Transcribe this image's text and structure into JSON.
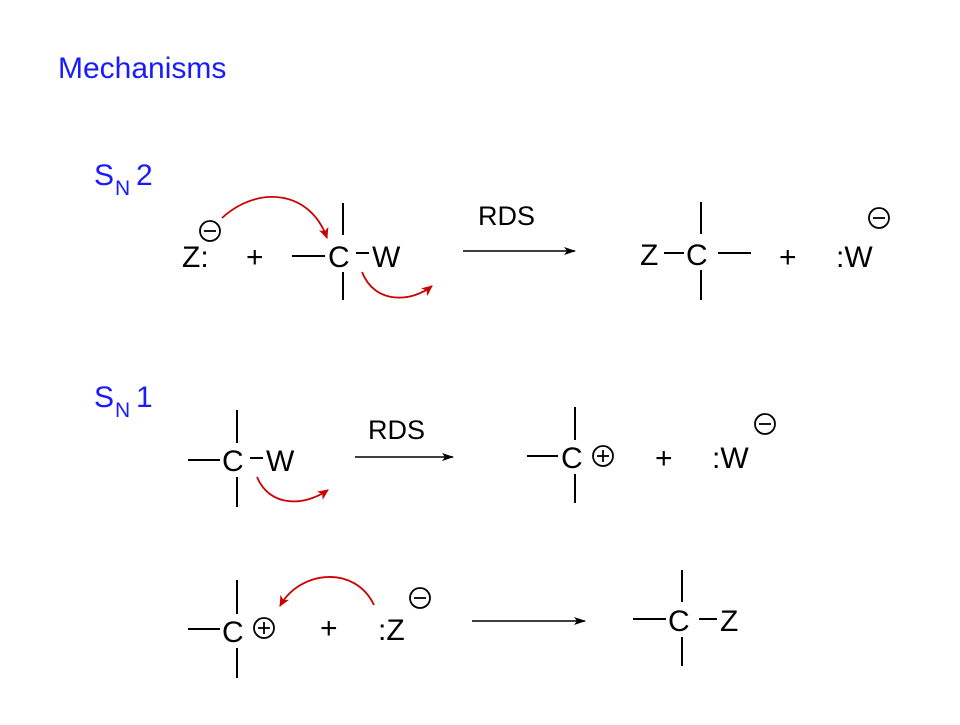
{
  "title": "Mechanisms",
  "sn2": {
    "label_main": "S",
    "label_sub": "N",
    "label_num": "2",
    "nucleophile": "Z:",
    "plus": "+",
    "carbon": "C",
    "leaving": "W",
    "rds": "RDS",
    "product_z": "Z",
    "product_c": "C",
    "product_w": ":W"
  },
  "sn1": {
    "label_main": "S",
    "label_sub": "N",
    "label_num": "1",
    "carbon": "C",
    "leaving": "W",
    "rds": "RDS",
    "cation_c": "C",
    "plus": "+",
    "product_w": ":W",
    "step2_c": "C",
    "step2_z": ":Z",
    "product2_c": "C",
    "product2_z": "Z"
  },
  "colors": {
    "title": "#1a1aff",
    "curved_arrow": "#cc0000",
    "text": "#000000"
  }
}
